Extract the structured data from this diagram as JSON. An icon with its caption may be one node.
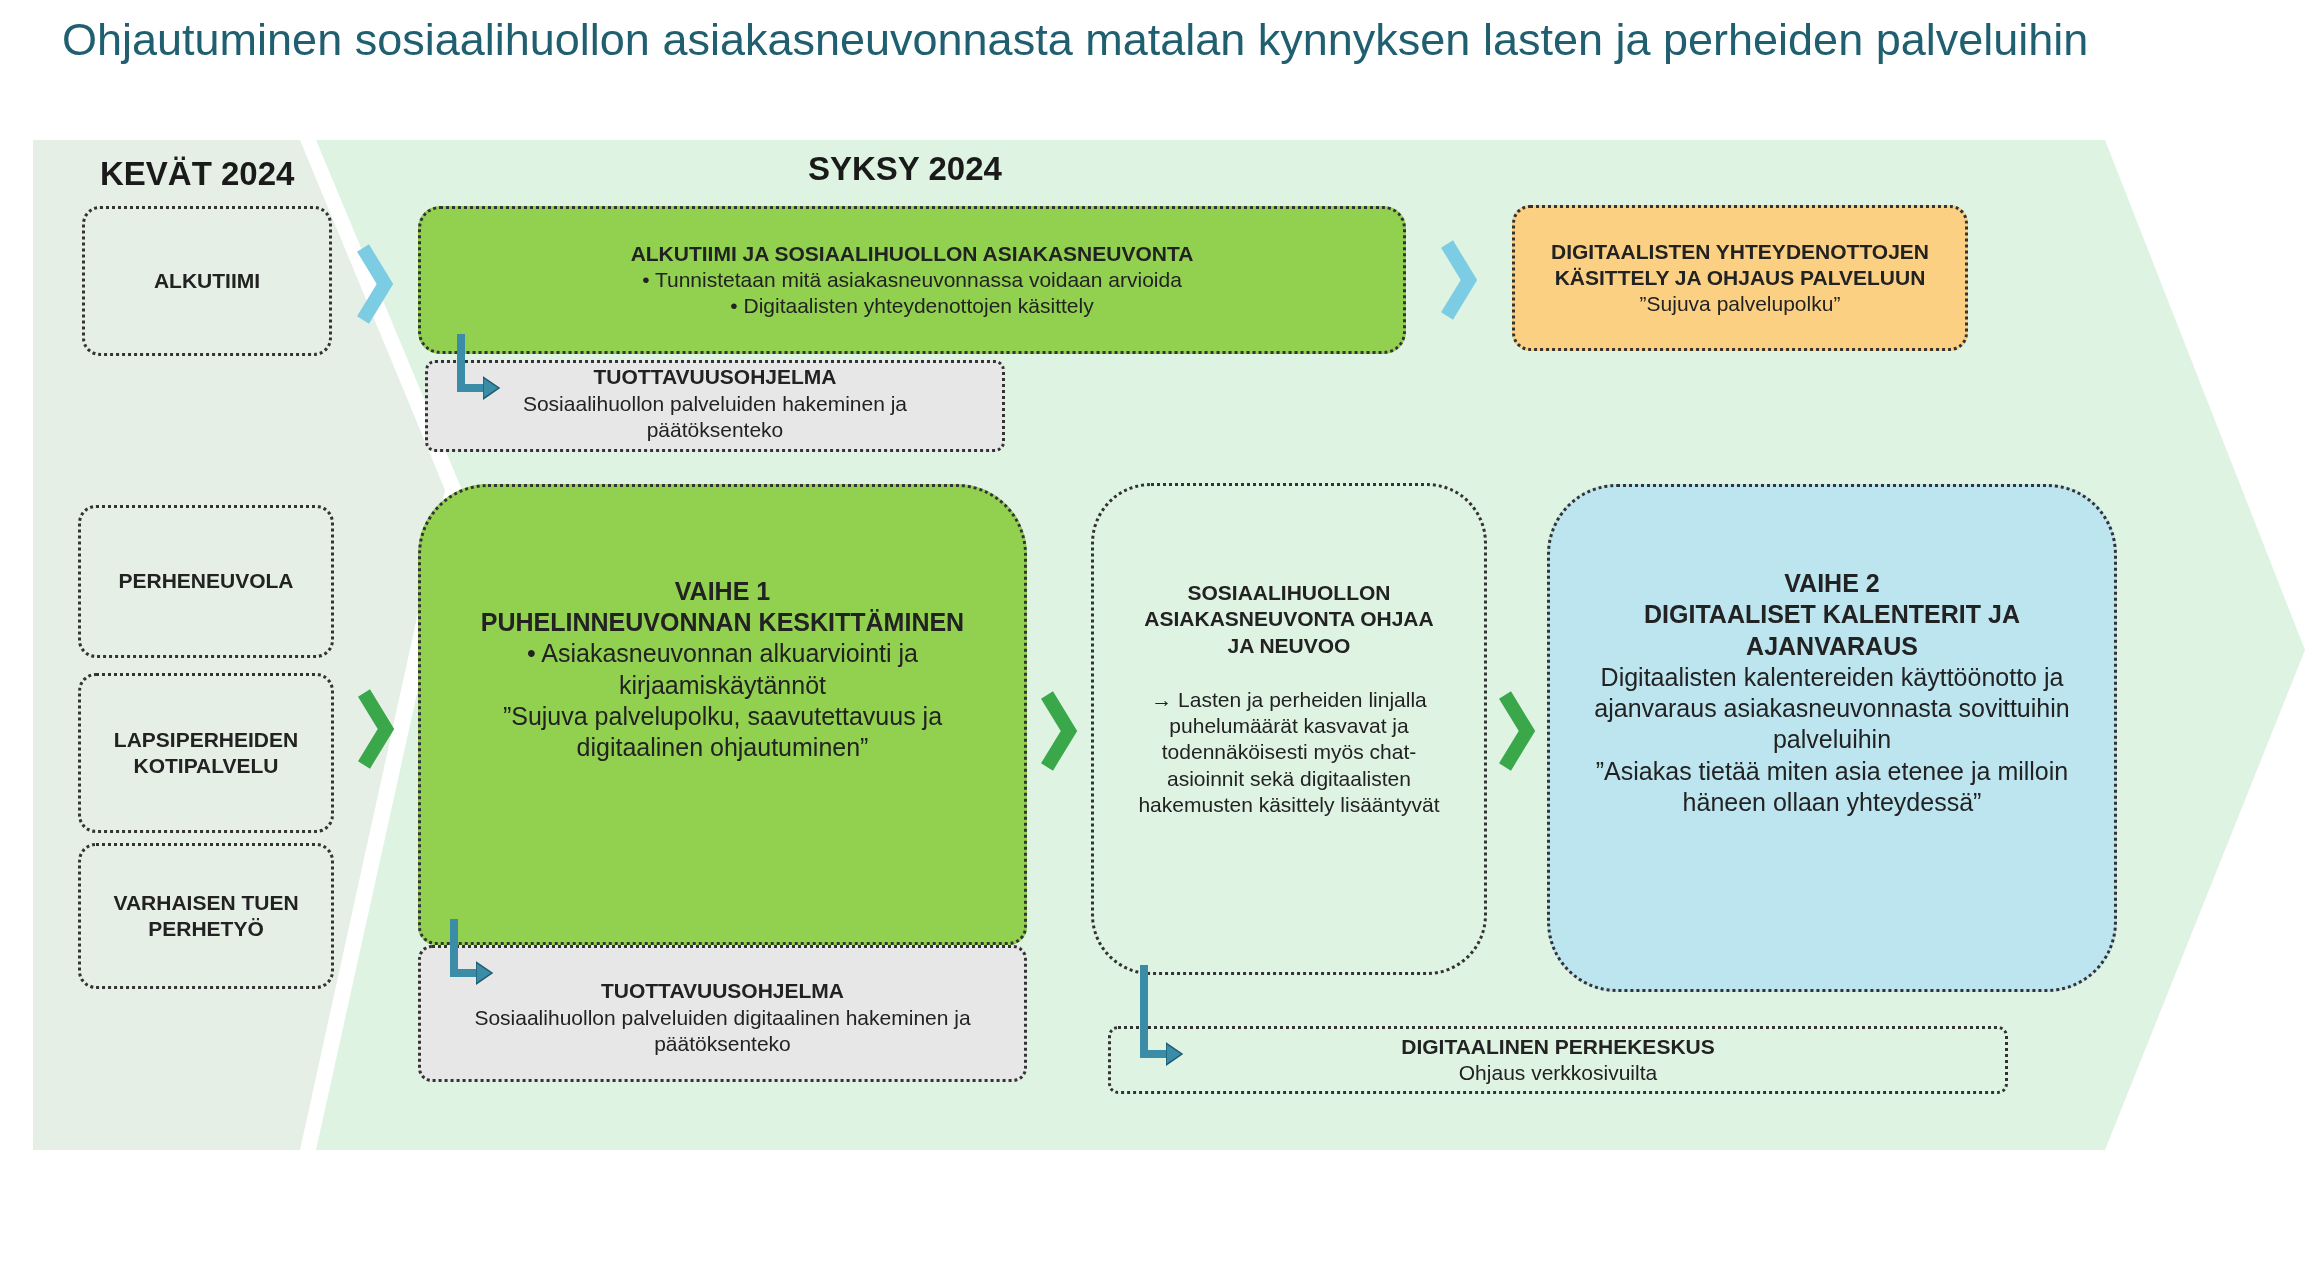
{
  "diagram": {
    "title": "Ohjautuminen sosiaalihuollon asiakasneuvonnasta matalan kynnyksen lasten ja perheiden palveluihin",
    "nodes": [
      {
        "text": [
          "ALKUTIIMI"
        ]
      },
      {
        "text": [
          "ALKUTIIMI JA SOSIAALIHUOLLON ASIAKASNEUVONTA",
          "• Tunnistetaan mitä asiakasneuvonnassa voidaan arvioida",
          "• Digitaalisten yhteydenottojen käsittely"
        ]
      },
      {
        "text": [
          "TUOTTAVUUSOHJELMA",
          "Sosiaalihuollon palveluiden hakeminen ja päätöksenteko"
        ]
      },
      {
        "text": [
          "DIGITAALISTEN YHTEYDENOTTOJEN KÄSITTELY JA OHJAUS PALVELUUN",
          "”Sujuva palvelupolku”"
        ]
      },
      {
        "text": [
          "PERHENEUVOLA"
        ]
      },
      {
        "text": [
          "LAPSIPERHEIDEN KOTIPALVELU"
        ]
      },
      {
        "text": [
          "VARHAISEN TUEN PERHETYÖ"
        ]
      },
      {
        "text": [
          "VAIHE 1",
          "PUHELINNEUVONNAN KESKITTÄMINEN",
          "• Asiakasneuvonnan alkuarviointi ja kirjaamiskäytännöt",
          "”Sujuva palvelupolku, saavutettavuus ja digitaalinen ohjautuminen”"
        ]
      },
      {
        "text": [
          "TUOTTAVUUSOHJELMA",
          "Sosiaalihuollon palveluiden digitaalinen hakeminen ja päätöksenteko"
        ]
      },
      {
        "text": [
          "SOSIAALIHUOLLON ASIAKASNEUVONTA OHJAA JA NEUVOO",
          "→ Lasten ja perheiden linjalla puhelumäärät kasvavat ja todennäköisesti myös chat-asioinnit sekä digitaalisten hakemusten käsittely lisääntyvät"
        ]
      },
      {
        "text": [
          "VAIHE 2",
          "DIGITAALISET KALENTERIT JA AJANVARAUS",
          "Digitaalisten kalentereiden käyttöönotto ja ajanvaraus asiakasneuvonnasta sovittuihin palveluihin",
          "”Asiakas tietää miten asia etenee ja milloin häneen ollaan yhteydessä”"
        ]
      },
      {
        "text": [
          "DIGITAALINEN PERHEKESKUS",
          "Ohjaus verkkosivuilta"
        ]
      }
    ],
    "edges": [
      {
        "from": 0,
        "to": 1,
        "arrow": "to",
        "color": "#7ccde3"
      },
      {
        "from": 1,
        "to": 3,
        "arrow": "to",
        "color": "#7ccde3"
      },
      {
        "from": 1,
        "to": 2,
        "arrow": "to"
      },
      {
        "from": 5,
        "to": 7,
        "arrow": "to",
        "color": "#3aa84a"
      },
      {
        "from": 7,
        "to": 9,
        "arrow": "to",
        "color": "#3aa84a"
      },
      {
        "from": 9,
        "to": 10,
        "arrow": "to",
        "color": "#3aa84a"
      },
      {
        "from": 7,
        "to": 8,
        "arrow": "to"
      },
      {
        "from": 9,
        "to": 11,
        "arrow": "to"
      }
    ],
    "labels": [
      "KEVÄT 2024",
      "SYKSY 2024"
    ]
  }
}
